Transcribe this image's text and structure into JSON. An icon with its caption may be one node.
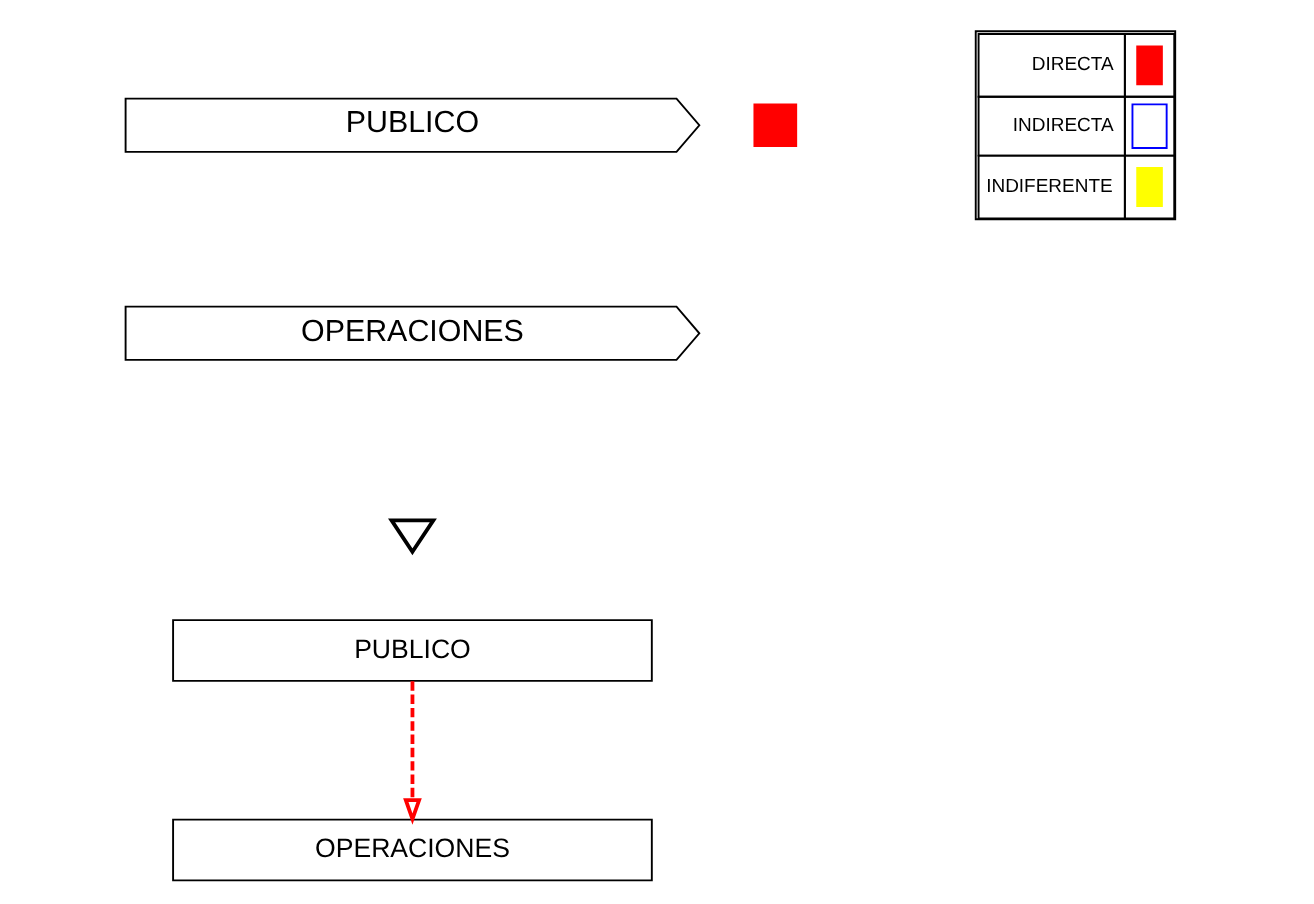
{
  "diagram": {
    "nodes": [
      {
        "text": [
          "PUBLICO"
        ]
      },
      {
        "text": [
          "OPERACIONES"
        ]
      },
      {
        "text": [],
        "shape": "box"
      },
      {
        "text": [],
        "shape": "triangle"
      },
      {
        "text": [
          "PUBLICO"
        ]
      },
      {
        "text": [
          "OPERACIONES"
        ]
      }
    ],
    "edges": [
      {
        "from": 4,
        "to": 5,
        "arrow": "to",
        "style": "dashed",
        "color": "#ff0000"
      }
    ],
    "legend": [
      {
        "text": "DIRECTA",
        "color": "#ff0000"
      },
      {
        "text": "INDIRECTA"
      },
      {
        "text": "INDIFERENTE",
        "color": "#ffff00"
      }
    ]
  }
}
